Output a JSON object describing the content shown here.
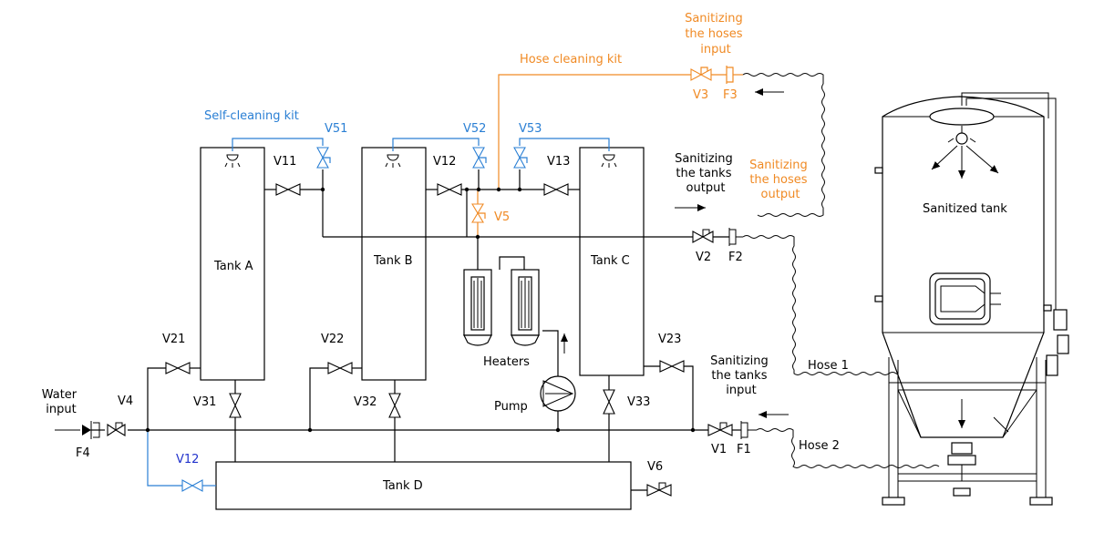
{
  "labels": {
    "self_cleaning_kit": "Self-cleaning kit",
    "hose_cleaning_kit": "Hose cleaning kit",
    "sanitizing_hoses_input": [
      "Sanitizing",
      "the hoses",
      "input"
    ],
    "sanitizing_hoses_output": [
      "Sanitizing",
      "the hoses",
      "output"
    ],
    "sanitizing_tanks_output": [
      "Sanitizing",
      "the tanks",
      "output"
    ],
    "sanitizing_tanks_input": [
      "Sanitizing",
      "the tanks",
      "input"
    ],
    "water_input": [
      "Water",
      "input"
    ],
    "tank_a": "Tank A",
    "tank_b": "Tank B",
    "tank_c": "Tank C",
    "tank_d": "Tank D",
    "sanitized_tank": "Sanitized tank",
    "heaters": "Heaters",
    "pump": "Pump",
    "hose1": "Hose 1",
    "hose2": "Hose 2"
  },
  "valves": {
    "v1": "V1",
    "v2": "V2",
    "v3": "V3",
    "v4": "V4",
    "v5": "V5",
    "v6": "V6",
    "v11": "V11",
    "v12": "V12",
    "v13": "V13",
    "v21": "V21",
    "v22": "V22",
    "v23": "V23",
    "v31": "V31",
    "v32": "V32",
    "v33": "V33",
    "v51": "V51",
    "v52": "V52",
    "v53": "V53",
    "v12_blue": "V12"
  },
  "filters": {
    "f1": "F1",
    "f2": "F2",
    "f3": "F3",
    "f4": "F4"
  },
  "colors": {
    "self_cleaning": "#2a7fd4",
    "hose_cleaning": "#f08a24",
    "bypass": "#2233cc"
  }
}
